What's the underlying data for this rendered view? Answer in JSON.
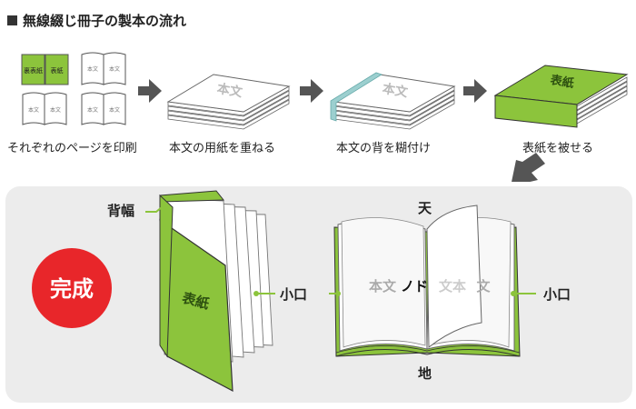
{
  "title": "無線綴じ冊子の製本の流れ",
  "steps": [
    {
      "label": "それぞれのページを印刷"
    },
    {
      "label": "本文の用紙を重ねる"
    },
    {
      "label": "本文の背を糊付け"
    },
    {
      "label": "表紙を被せる"
    }
  ],
  "sheet_texts": {
    "cover_front": "表紙",
    "cover_back": "裏表紙",
    "body": "本文"
  },
  "stack_label": "本文",
  "covered_label": "表紙",
  "completed": {
    "badge": "完成",
    "spine_label": "背幅",
    "cover_label": "表紙",
    "fore_edge_left": "小口",
    "fore_edge_right": "小口",
    "top_label": "天",
    "bottom_label": "地",
    "page_left": "本文",
    "page_center": "ノド",
    "page_center_mirror": "本文",
    "page_right": "文"
  },
  "colors": {
    "green": "#8cc43c",
    "red": "#e8262a",
    "arrow": "#555555",
    "panel": "#ececec",
    "glue": "#9ccfcf"
  }
}
